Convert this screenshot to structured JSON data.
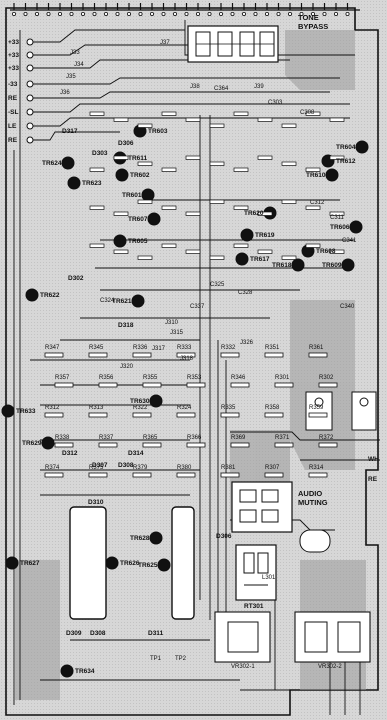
{
  "board": {
    "tone_bypass": [
      "TONE",
      "BYPASS"
    ],
    "audio_muting": [
      "AUDIO",
      "MUTING"
    ],
    "left_edge": [
      "+33",
      "+33",
      "+33",
      "-33",
      "RE",
      "-SL",
      "LE",
      "RE"
    ],
    "right_edge": [
      "WH",
      "RE"
    ],
    "rt301": "RT301",
    "bottom_pots": [
      "VR302-1",
      "VR302-2"
    ],
    "transistors": [
      "TR603",
      "TR601",
      "TR602",
      "TR604",
      "TR612",
      "TR610",
      "TR611",
      "TR624",
      "TR623",
      "TR607",
      "TR605",
      "TR606",
      "TR608",
      "TR609",
      "TR617",
      "TR618",
      "TR622",
      "TR621",
      "TR619",
      "TR620",
      "TR633",
      "TR629",
      "TR627",
      "TR628",
      "TR626",
      "TR625",
      "TR634",
      "TR630"
    ],
    "diodes": [
      "D317",
      "D306",
      "D303",
      "D302",
      "D318",
      "D312",
      "D310",
      "D314",
      "D307",
      "D308",
      "D311",
      "D308",
      "D309",
      "D306"
    ],
    "resistor_refs": [
      "R347",
      "R345",
      "R336",
      "R333",
      "R332",
      "R351",
      "R361",
      "R357",
      "R356",
      "R355",
      "R353",
      "R346",
      "R301",
      "R302",
      "R312",
      "R313",
      "R322",
      "R324",
      "R335",
      "R358",
      "R359",
      "R338",
      "R337",
      "R365",
      "R366",
      "R369",
      "R371",
      "R372",
      "R374",
      "R375",
      "R379",
      "R380",
      "R381",
      "R307",
      "R314"
    ],
    "capacitor_refs": [
      "C303",
      "C308",
      "C312",
      "C311",
      "C341",
      "C328",
      "C325",
      "C337",
      "C340",
      "C324",
      "C364"
    ],
    "misc_refs": [
      "TP1",
      "TP2",
      "L301",
      "J33",
      "J34",
      "J35",
      "J36",
      "J37",
      "J38",
      "J39",
      "J310",
      "J315",
      "J317",
      "J318",
      "J320",
      "J326"
    ]
  }
}
